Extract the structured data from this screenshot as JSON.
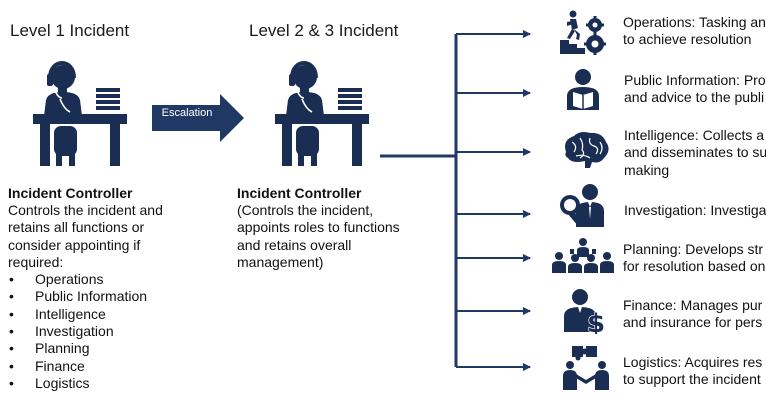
{
  "level1": {
    "heading": "Level 1 Incident",
    "controller_title": "Incident Controller",
    "controller_desc": [
      "Controls the incident and",
      "retains all functions or",
      "consider appointing if",
      "required:"
    ],
    "functions": [
      "Operations",
      "Public Information",
      "Intelligence",
      "Investigation",
      "Planning",
      "Finance",
      "Logistics"
    ]
  },
  "escalation": {
    "label": "Escalation"
  },
  "level2": {
    "heading": "Level 2 & 3 Incident",
    "controller_title": "Incident Controller",
    "controller_desc": [
      "(Controls the incident,",
      "appoints roles to functions",
      "and retains overall",
      "management)"
    ]
  },
  "functions": [
    {
      "icon": "operations-icon",
      "lines": [
        "Operations: Tasking an",
        "to achieve resolution"
      ]
    },
    {
      "icon": "public-information-icon",
      "lines": [
        "Public Information: Pro",
        "and advice to the publi"
      ]
    },
    {
      "icon": "intelligence-icon",
      "lines": [
        "Intelligence: Collects a",
        "and disseminates to su",
        "making"
      ]
    },
    {
      "icon": "investigation-icon",
      "lines": [
        "Investigation: Investiga"
      ]
    },
    {
      "icon": "planning-icon",
      "lines": [
        "Planning: Develops str",
        "for resolution based on"
      ]
    },
    {
      "icon": "finance-icon",
      "lines": [
        "Finance: Manages pur",
        "and insurance for pers"
      ]
    },
    {
      "icon": "logistics-icon",
      "lines": [
        "Logistics: Acquires res",
        "to support the incident"
      ]
    }
  ],
  "colors": {
    "navy": "#1a2e54",
    "arrow": "#1f3864",
    "text": "#111111"
  }
}
